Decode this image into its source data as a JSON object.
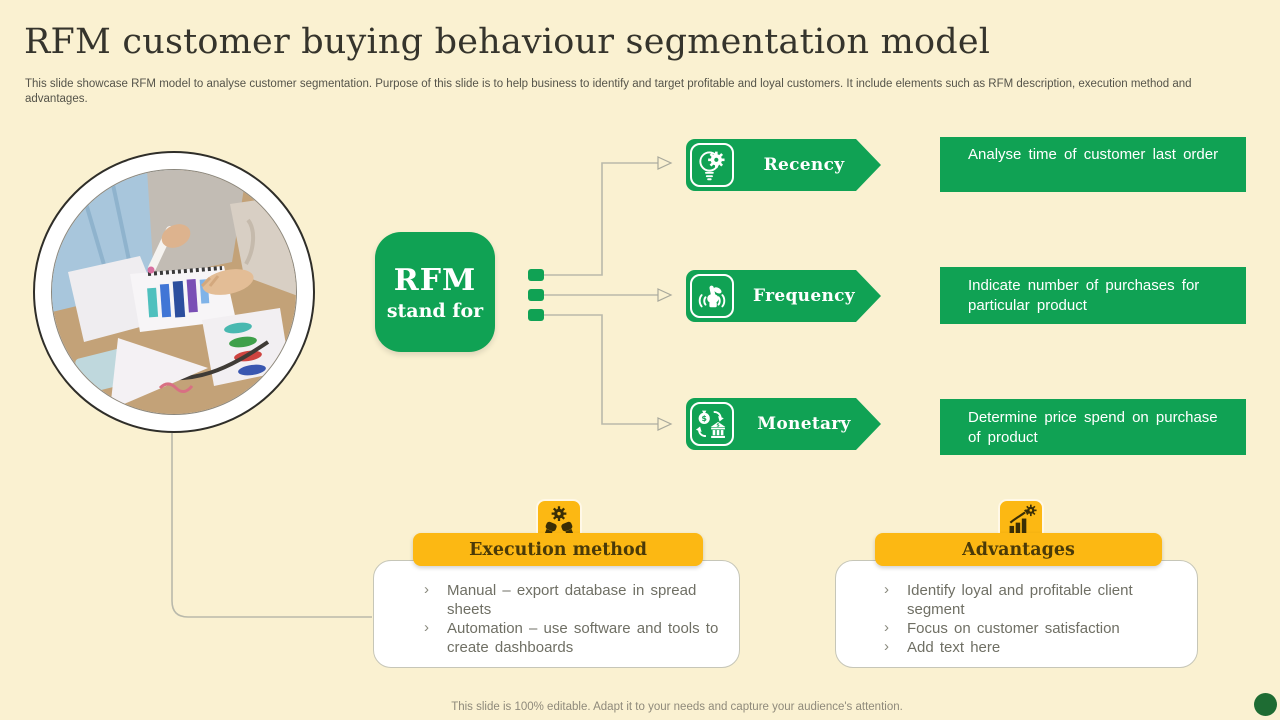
{
  "slide": {
    "title": "RFM customer buying behaviour segmentation model",
    "subtitle": "This slide showcase RFM model to analyse customer segmentation. Purpose of this slide is to help business to identify and target profitable and loyal customers. It include elements such as RFM description, execution method and advantages.",
    "footer": "This slide is 100% editable. Adapt it to your needs and capture your audience's attention."
  },
  "colors": {
    "background": "#FAF1D1",
    "green": "#10A254",
    "yellow": "#FCB813",
    "dark_green_dot": "#1E6C33",
    "connector_gray": "#B9B9AB",
    "bar_label_text": "#4A3A08",
    "body_text": "#6F6F64"
  },
  "rfm_box": {
    "line1": "RFM",
    "line2": "stand for"
  },
  "rows": [
    {
      "label": "Recency",
      "icon": "bulb-gear-icon",
      "description": "Analyse time of customer last order"
    },
    {
      "label": "Frequency",
      "icon": "hand-signal-icon",
      "description": "Indicate number of purchases for particular product"
    },
    {
      "label": "Monetary",
      "icon": "money-bank-icon",
      "description": "Determine price spend on purchase of product"
    }
  ],
  "sections": [
    {
      "title": "Execution method",
      "icon": "hands-gear-icon",
      "bullets": [
        "Manual – export database in spread sheets",
        "Automation – use software and tools to create dashboards"
      ]
    },
    {
      "title": "Advantages",
      "icon": "growth-gear-icon",
      "bullets": [
        "Identify loyal and profitable client segment",
        "Focus on customer satisfaction",
        "Add text here"
      ]
    }
  ]
}
